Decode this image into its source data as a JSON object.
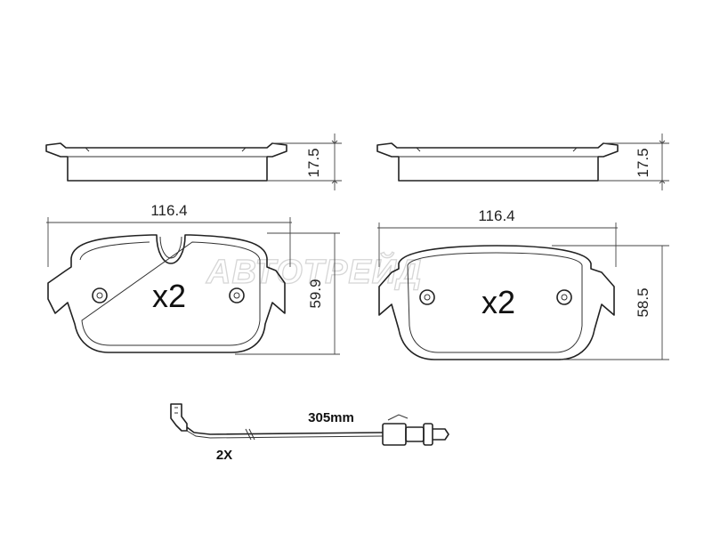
{
  "watermark": "АВТОТРЕЙД",
  "left_pad": {
    "thickness": "17.5",
    "width": "116.4",
    "height": "59.9",
    "quantity": "x2"
  },
  "right_pad": {
    "thickness": "17.5",
    "width": "116.4",
    "height": "58.5",
    "quantity": "x2"
  },
  "wear_sensor": {
    "length": "305mm",
    "quantity": "2X"
  }
}
